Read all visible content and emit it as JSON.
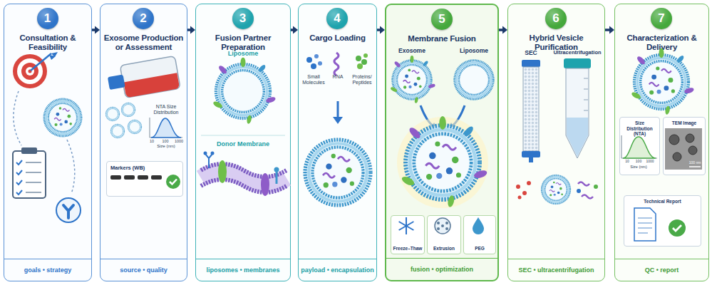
{
  "diagram": {
    "nodes": [
      {
        "text": [
          "Consultation & Feasibility",
          "goals • strategy"
        ]
      },
      {
        "text": [
          "1"
        ],
        "in": 0
      },
      {
        "text": [
          "Exosome Production or Assessment",
          "source • quality"
        ]
      },
      {
        "text": [
          "2"
        ],
        "in": 2
      },
      {
        "text": [
          "Markers (WB)"
        ],
        "in": 2
      },
      {
        "text": [
          "Fusion Partner Preparation",
          "liposomes • membranes"
        ]
      },
      {
        "text": [
          "3"
        ],
        "in": 5
      },
      {
        "text": [
          "Cargo Loading",
          "payload • encapsulation"
        ]
      },
      {
        "text": [
          "4"
        ],
        "in": 7
      },
      {
        "text": [
          "Membrane Fusion",
          "fusion • optimization"
        ]
      },
      {
        "text": [
          "5"
        ],
        "in": 9
      },
      {
        "text": [
          "Freeze–Thaw"
        ],
        "in": 9
      },
      {
        "text": [
          "Extrusion"
        ],
        "in": 9
      },
      {
        "text": [
          "PEG"
        ],
        "in": 9
      },
      {
        "text": [
          "Hybrid Vesicle Purification",
          "SEC • ultracentrifugation"
        ]
      },
      {
        "text": [
          "6"
        ],
        "in": 14
      },
      {
        "text": [
          "Characterization & Delivery",
          "QC • report"
        ]
      },
      {
        "text": [
          "7"
        ],
        "in": 16
      },
      {
        "text": [
          "Size Distribution (NTA)"
        ],
        "in": 16
      },
      {
        "text": [
          "TEM Image"
        ],
        "in": 16
      },
      {
        "text": [
          "Technical Report"
        ],
        "in": 16
      }
    ],
    "edges": [
      {
        "from": 0,
        "to": 2,
        "arrow": "to"
      },
      {
        "from": 2,
        "to": 5,
        "arrow": "to"
      },
      {
        "from": 5,
        "to": 7,
        "arrow": "to"
      },
      {
        "from": 7,
        "to": 9,
        "arrow": "to"
      },
      {
        "from": 9,
        "to": 14,
        "arrow": "to"
      },
      {
        "from": 14,
        "to": 16,
        "arrow": "to"
      }
    ],
    "labels": [
      "NTA Size Distribution",
      "10",
      "100",
      "1000",
      "Size (nm)",
      "Liposome",
      "Donor Membrane",
      "Small Molecules",
      "RNA",
      "Proteins/ Peptides",
      "Exosome",
      "Liposome",
      "SEC",
      "Ultracentrifugation",
      "10",
      "100",
      "1000",
      "Size (nm)",
      "100 nm"
    ]
  }
}
